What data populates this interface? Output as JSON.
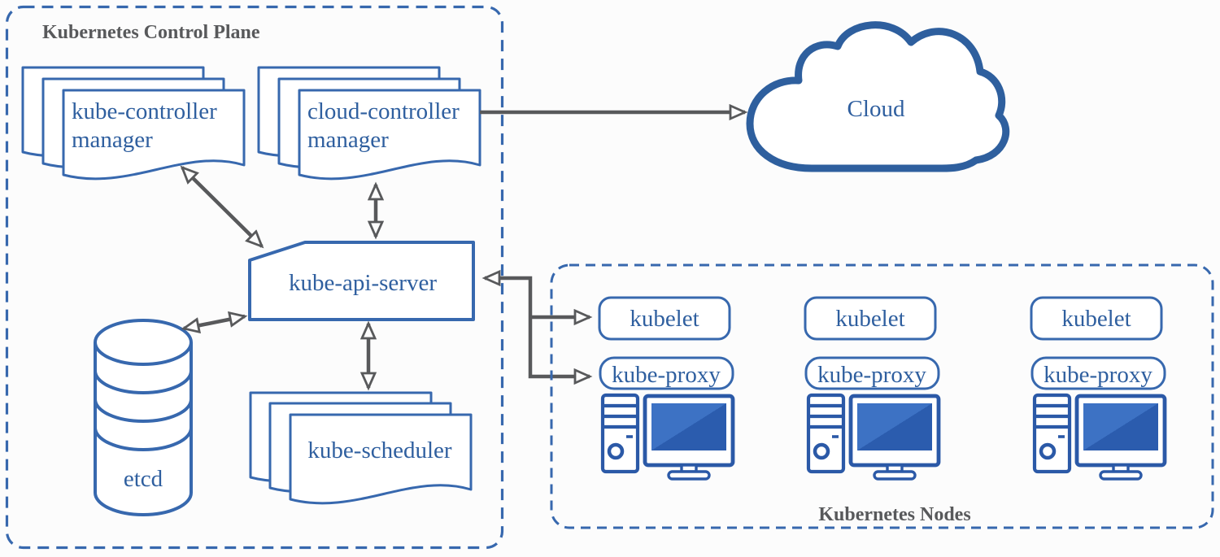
{
  "control_plane": {
    "title": "Kubernetes Control Plane",
    "kube_controller_manager": {
      "line1": "kube-controller",
      "line2": "manager"
    },
    "cloud_controller_manager": {
      "line1": "cloud-controller",
      "line2": "manager"
    },
    "kube_api_server": "kube-api-server",
    "etcd": "etcd",
    "kube_scheduler": "kube-scheduler"
  },
  "cloud": {
    "label": "Cloud"
  },
  "nodes_group": {
    "title": "Kubernetes Nodes",
    "nodes": [
      {
        "kubelet": "kubelet",
        "kube_proxy": "kube-proxy"
      },
      {
        "kubelet": "kubelet",
        "kube_proxy": "kube-proxy"
      },
      {
        "kubelet": "kubelet",
        "kube_proxy": "kube-proxy"
      }
    ]
  },
  "colors": {
    "shape_stroke": "#3768ae",
    "icon_stroke": "#2b59a7",
    "cloud_stroke": "#2e5f9e",
    "text_blue": "#2f5f9f",
    "title_gray": "#58595b",
    "arrow_gray": "#58595b",
    "screen_light": "#3d72c4",
    "screen_dark": "#2b5cae",
    "background": "#fcfcfc"
  }
}
